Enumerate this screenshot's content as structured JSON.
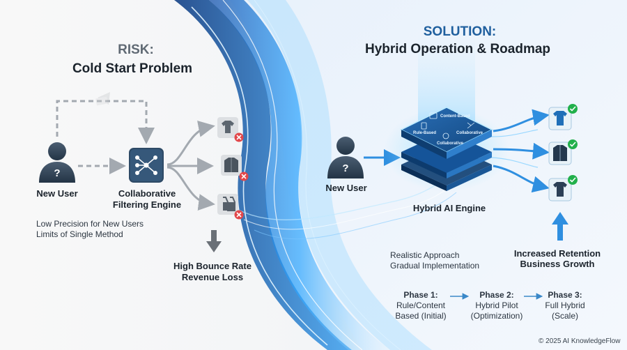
{
  "risk": {
    "title": "RISK:",
    "subtitle": "Cold Start Problem",
    "new_user_label": "New User",
    "engine_label_line1": "Collaborative",
    "engine_label_line2": "Filtering Engine",
    "note_line1": "Low Precision for New Users",
    "note_line2": "Limits of Single Method",
    "outcome_line1": "High Bounce Rate",
    "outcome_line2": "Revenue Loss"
  },
  "solution": {
    "title": "SOLUTION:",
    "subtitle": "Hybrid Operation & Roadmap",
    "new_user_label": "New User",
    "engine_label": "Hybrid AI Engine",
    "engine_modules": {
      "rule": "Rule-Based",
      "content": "Content-Based",
      "collab_right": "Collaborative",
      "collab_bottom": "Collaborative"
    },
    "approach_line1": "Realistic Approach",
    "approach_line2": "Gradual Implementation",
    "benefit_line1": "Increased Retention",
    "benefit_line2": "Business Growth",
    "phases": [
      {
        "title": "Phase 1:",
        "line1": "Rule/Content",
        "line2": "Based (Initial)"
      },
      {
        "title": "Phase 2:",
        "line1": "Hybrid Pilot",
        "line2": "(Optimization)"
      },
      {
        "title": "Phase 3:",
        "line1": "Full Hybrid",
        "line2": "(Scale)"
      }
    ]
  },
  "footer": {
    "copyright": "© 2025 AI KnowledgeFlow"
  },
  "colors": {
    "accent_blue": "#2f8fe0",
    "engine_dark": "#2e4a66",
    "error_red": "#e2474a",
    "success_green": "#22b04b",
    "gray_arrow": "#a3a9b0"
  },
  "icons": [
    "user-icon",
    "network-icon",
    "tshirt-icon",
    "jacket-icon",
    "tank-top-icon",
    "x-mark-icon",
    "check-mark-icon",
    "arrow-icon"
  ]
}
